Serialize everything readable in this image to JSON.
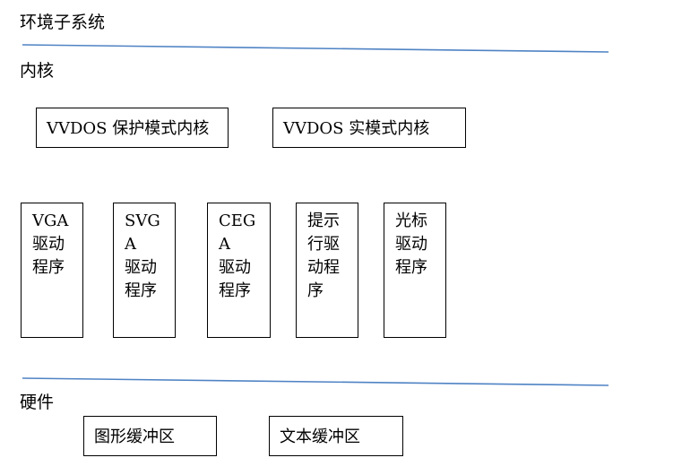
{
  "diagram": {
    "title": "环境子系统",
    "line_color": "#4f83c4",
    "kernel": {
      "label": "内核",
      "boxes": [
        {
          "text": "VVDOS 保护模式内核"
        },
        {
          "text": "VVDOS 实模式内核"
        }
      ]
    },
    "drivers": [
      {
        "text": "VGA 驱动程序",
        "lines": [
          "VGA",
          "驱动",
          "程序"
        ]
      },
      {
        "text": "SVGA 驱动程序",
        "lines": [
          "SVGA",
          "驱动",
          "程序"
        ]
      },
      {
        "text": "CEGA 驱动程序",
        "lines": [
          "CEGA",
          "驱动",
          "程序"
        ]
      },
      {
        "text": "提示行驱动程序",
        "lines": [
          "提示",
          "行驱",
          "动程",
          "序"
        ]
      },
      {
        "text": "光标驱动程序",
        "lines": [
          "光标",
          "驱动",
          "程序"
        ]
      }
    ],
    "hardware": {
      "label": "硬件",
      "boxes": [
        {
          "text": "图形缓冲区"
        },
        {
          "text": "文本缓冲区"
        }
      ]
    }
  }
}
